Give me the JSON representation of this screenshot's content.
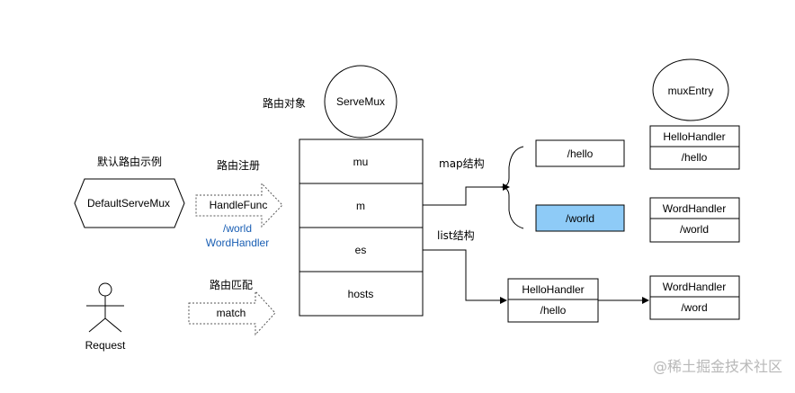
{
  "labels": {
    "router_object": "路由对象",
    "servemux": "ServeMux",
    "muxentry": "muxEntry",
    "default_example": "默认路由示例",
    "route_register": "路由注册",
    "route_match": "路由匹配",
    "defaultservemux": "DefaultServeMux",
    "handlefunc": "HandleFunc",
    "world_path": "/world",
    "wordhandler_name": "WordHandler",
    "match": "match",
    "request": "Request",
    "map_struct": "map结构",
    "list_struct": "list结构"
  },
  "servemux_fields": [
    "mu",
    "m",
    "es",
    "hosts"
  ],
  "map_keys": [
    "/hello",
    "/world"
  ],
  "map_entries": [
    {
      "handler": "HelloHandler",
      "pattern": "/hello"
    },
    {
      "handler": "WordHandler",
      "pattern": "/world"
    }
  ],
  "list_entries": [
    {
      "handler": "HelloHandler",
      "pattern": "/hello"
    },
    {
      "handler": "WordHandler",
      "pattern": "/word"
    }
  ],
  "watermark": "@稀土掘金技术社区",
  "colors": {
    "highlight": "#8ecbf7",
    "blue_text": "#1a5fb4"
  }
}
